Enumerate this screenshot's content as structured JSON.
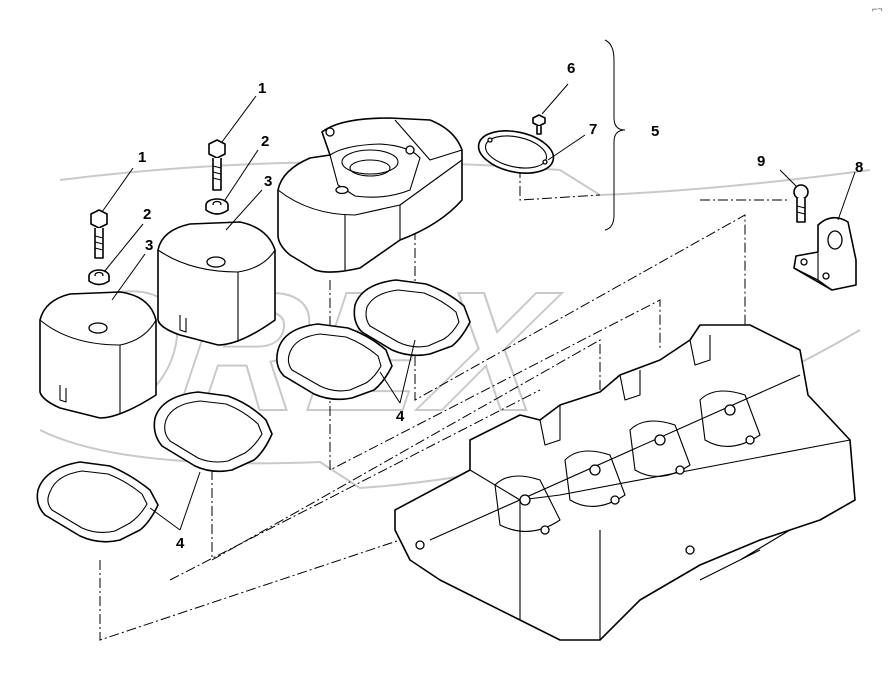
{
  "watermark": {
    "text": "OREX"
  },
  "corner_mark": "⌐¬",
  "callouts": {
    "bolt_left": "1",
    "bolt_mid": "1",
    "washer_left": "2",
    "washer_mid": "2",
    "cover_left": "3",
    "cover_mid": "3",
    "gasket_left": "4",
    "gasket_right": "4",
    "assembly": "5",
    "screw_top": "6",
    "ring_seal": "7",
    "bracket": "8",
    "bracket_bolt": "9"
  }
}
